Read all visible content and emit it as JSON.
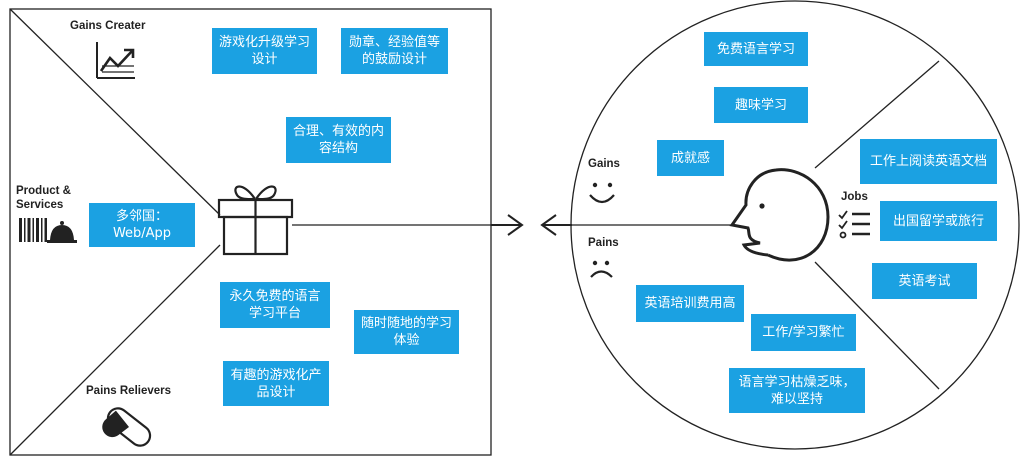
{
  "product_map": {
    "gains_creator_label": "Gains  Creater",
    "product_services_label": "Product &\nServices",
    "pains_relievers_label": "Pains  Relievers",
    "gains_creators": [
      "游戏化升级学习\n设计",
      "勋章、经验值等\n的鼓励设计",
      "合理、有效的内\n容结构"
    ],
    "products": [
      "多邻国：\nWeb/App"
    ],
    "pain_relievers": [
      "永久免费的语言\n学习平台",
      "随时随地的学习\n体验",
      "有趣的游戏化产\n品设计"
    ]
  },
  "customer_profile": {
    "gains_label": "Gains",
    "pains_label": "Pains",
    "jobs_label": "Jobs",
    "gains": [
      "免费语言学习",
      "趣味学习",
      "成就感"
    ],
    "jobs": [
      "工作上阅读英语文档",
      "出国留学或旅行",
      "英语考试"
    ],
    "pains": [
      "英语培训费用高",
      "工作/学习繁忙",
      "语言学习枯燥乏味，\n难以坚持"
    ]
  },
  "colors": {
    "box_fill": "#1ba1e2",
    "box_text": "#ffffff",
    "line": "#222222"
  },
  "icons": [
    "line-chart-icon",
    "barcode-bell-icon",
    "pill-icon",
    "gift-icon",
    "smile-icon",
    "frown-icon",
    "face-profile-icon",
    "checklist-icon",
    "arrow-right-icon",
    "arrow-left-icon"
  ]
}
